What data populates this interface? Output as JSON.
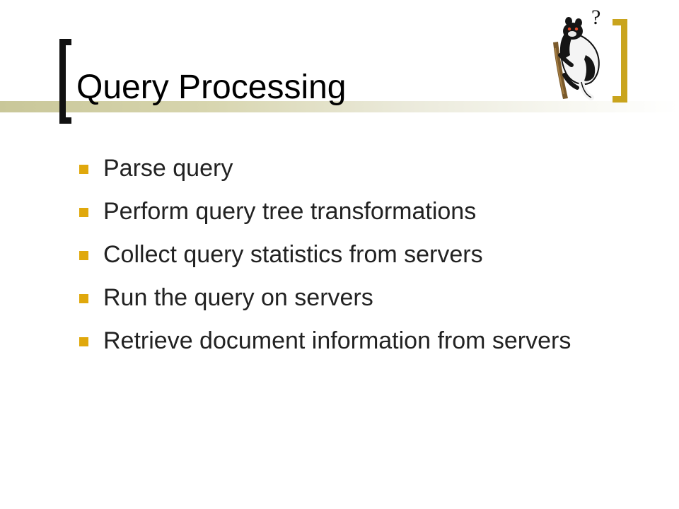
{
  "slide": {
    "title": "Query Processing",
    "bullets": [
      "Parse query",
      "Perform query tree transformations",
      "Collect query statistics from servers",
      "Run the query on servers",
      "Retrieve document information from servers"
    ]
  },
  "decoration": {
    "logo_icon": "lemur-with-question-mark-icon",
    "logo_mark_text": "?",
    "bracket_left_color": "#111111",
    "bracket_right_color": "#c9a41d",
    "bullet_color": "#e0a80c"
  }
}
